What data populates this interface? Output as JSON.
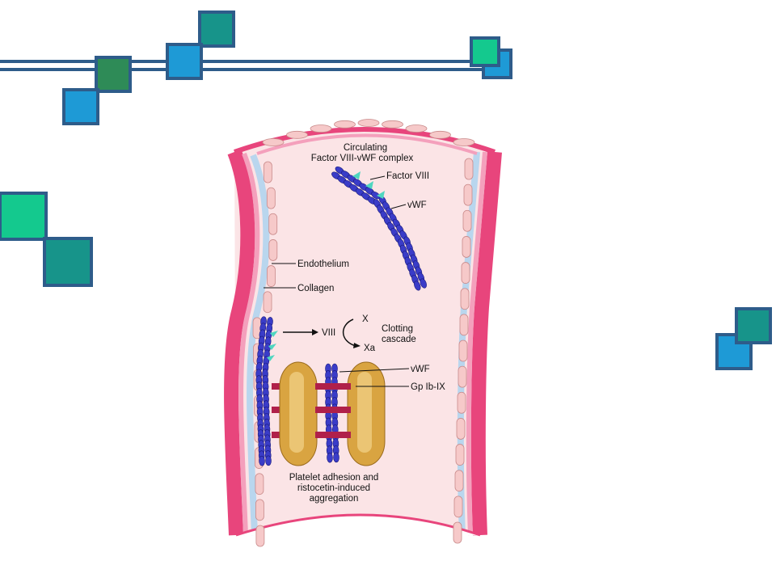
{
  "slide": {
    "colors": {
      "frame": "#2E5C8A",
      "square_blue": "#1E9AD6",
      "square_teal": "#17948A",
      "square_green": "#2E8B57",
      "square_mint": "#14C98E"
    }
  },
  "diagram": {
    "title_line1": "Circulating",
    "title_line2": "Factor VIII-vWF complex",
    "label_factor_viii": "Factor VIII",
    "label_vwf_top": "vWF",
    "label_endothelium": "Endothelium",
    "label_collagen": "Collagen",
    "label_viii": "VIII",
    "label_x": "X",
    "label_xa": "Xa",
    "label_cascade_line1": "Clotting",
    "label_cascade_line2": "cascade",
    "label_vwf_bottom": "vWF",
    "label_gp": "Gp Ib-IX",
    "caption_line1": "Platelet adhesion and",
    "caption_line2": "ristocetin-induced",
    "caption_line3": "aggregation",
    "colors": {
      "vessel_outer": "#E8457C",
      "vessel_inner_band": "#F4A0BC",
      "lumen": "#FBE4E6",
      "collagen": "#B9D6EE",
      "endothelial_cell": "#F6C9C9",
      "vwf_bead": "#3A3CC8",
      "factor_viii": "#4FD6C0",
      "platelet": "#D9A441",
      "receptor": "#B0204A"
    }
  }
}
